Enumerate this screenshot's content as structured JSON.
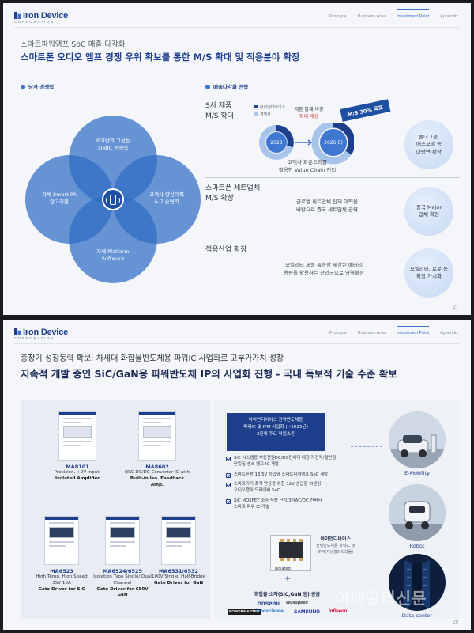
{
  "slide1": {
    "logo": {
      "main": "Iron Device",
      "sub": "CORPORATION"
    },
    "nav": [
      "Prologue",
      "Business Area",
      "Investment Point",
      "Appendix"
    ],
    "nav_active_index": 2,
    "subtitle": "스마트파워앰프 SoC 매출 다각화",
    "title": "스마트폰 오디오 앰프 경쟁 우위 확보를 통한 M/S 확대 및 적용분야 확장",
    "left": {
      "section_title": "당사 경쟁력",
      "venn": [
        {
          "id": "top",
          "text": "IP기반의 고성능\n파워IC 경쟁력"
        },
        {
          "id": "left",
          "text": "자체 Smart PA\n알고리즘"
        },
        {
          "id": "right",
          "text": "고객사 양산이력\n& 기술협력"
        },
        {
          "id": "bottom",
          "text": "자체 Platform\nSoftware"
        }
      ]
    },
    "right": {
      "section_title": "매출다각화 전략",
      "rows": [
        {
          "label": "S사 제품\nM/S 확대",
          "legend": [
            "아이언디바이스",
            "경쟁사"
          ],
          "note_top": "제품 탑재 비중",
          "note_top_sub": "확대 예상",
          "donut_left": "2023",
          "donut_right": "2026(E)",
          "badge": "M/S 30% 목표",
          "desc": "고객사 파운드리를\n활용한 Value Chain 진입",
          "result": "폴더그블,\n매스모델 등\n다방면 확장"
        },
        {
          "label": "스마트폰 세트업체\nM/S 확장",
          "desc": "글로벌 세트업체 탑재 이력을\n바탕으로 중국 세트업체 공략",
          "result": "중국 Major\n업체 확장"
        },
        {
          "label": "적용산업 확장",
          "desc": "모빌리티 제품 특성상 제한된 배터리\n용량을 활용하는 산업군으로 영역확장",
          "result": "모빌리티, 로봇 등\n확장 가시화"
        }
      ]
    },
    "page": "27",
    "colors": {
      "brand": "#1d3f8c",
      "accent": "#3f6fd1",
      "venn": "#2f6cc4"
    }
  },
  "slide2": {
    "logo": {
      "main": "Iron Device",
      "sub": "CORPORATION"
    },
    "nav": [
      "Prologue",
      "Business Area",
      "Investment Point",
      "Appendix"
    ],
    "nav_active_index": 2,
    "subtitle": "중장기 성장동력 확보: 차세대 화합물반도체용 파워IC 사업화로 고부가가치 성장",
    "title": "지속적 개발 중인 SiC/GaN용 파워반도체 IP의 사업화 진행 - 국내 독보적 기술 수준 확보",
    "chips": [
      {
        "name": "MA8101",
        "desc": "Precision, +2V Input,",
        "bold": "Isolated Amplifier"
      },
      {
        "name": "MA8602",
        "desc": "QRC DC/DC Converter IC with",
        "bold": "Built-in Iso. Feedback Amp."
      },
      {
        "name": "MA6523",
        "desc": "High Temp. High Speed 35V 10A",
        "bold": "Gate Driver for SiC"
      },
      {
        "name": "MA6524/6525",
        "desc": "Isolation Type Single/ Dual Channel",
        "bold": "Gate Driver for 650V GaN"
      },
      {
        "name": "MA6531/6532",
        "desc": "100V Single/ Half-Bridge",
        "bold": "Gate Driver for GaN"
      }
    ],
    "milestone": {
      "header": [
        "아이언디바이스 전략반도체용",
        "파워IC 및 IPM 사업화 (~2025년)",
        "3년내 주요 마일스톤"
      ],
      "items": [
        "SiC 시스템용 부동전원DC/DC컨버터 내장 저전력/절연형\n단일칩 센스 앰프 IC 개발",
        "스마트폰용 13.5V 승압형 스마트파워앰프 SoC 개발",
        "스마트기기 촉각 반응용 위한 12V 승압형 VI센싱\n오디오햅틱 드라이버 SoC",
        "SiC MOSFET 소자 적용 단상/3상AC/DC 컨버터\n스마트 파워 IC 개발"
      ]
    },
    "iso_label": "Isolated",
    "iron_brand": {
      "title": "아이언디바이스",
      "desc": "전력반도체용 파워IC 및\nIPM(지능형파워모듈)"
    },
    "plus": "+",
    "partner_title": "화합물 소자(SiC,GaN 등) 공급",
    "partners": [
      "POWERMASTER",
      "onsemi",
      "Wolfspeed",
      "innoscience",
      "SAMSUNG",
      "infineon"
    ],
    "apps": [
      "E-Mobility",
      "Robot",
      "Data center"
    ],
    "watermark": "이데일리신문",
    "page": "29"
  }
}
